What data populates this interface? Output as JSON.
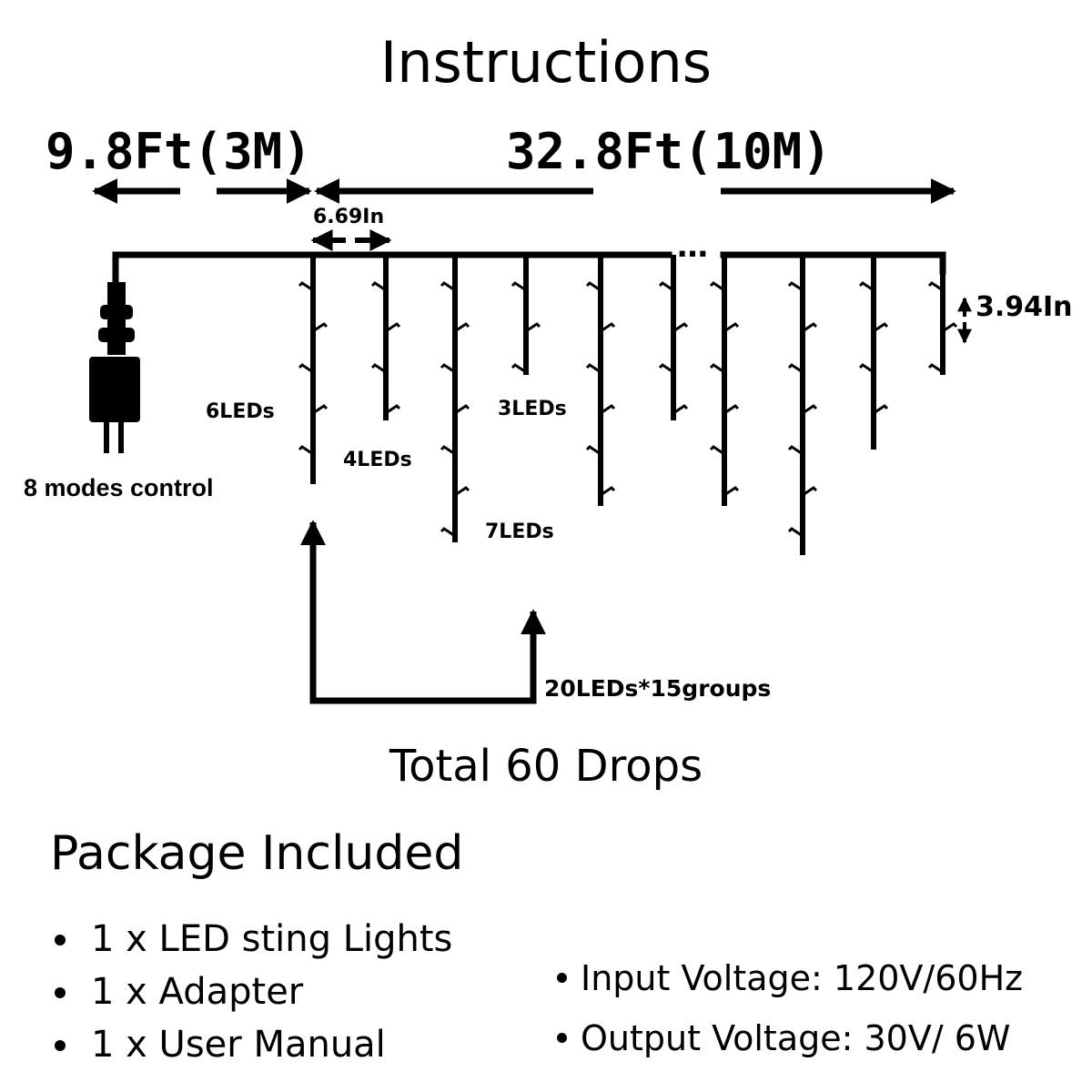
{
  "title": "Instructions",
  "dimensions": {
    "lead_length": "9.8Ft(3M)",
    "total_length": "32.8Ft(10M)",
    "drop_spacing": "6.69In",
    "led_spacing": "3.94In"
  },
  "controller": {
    "label": "8 modes control"
  },
  "drop_labels": {
    "six": "6LEDs",
    "four": "4LEDs",
    "three": "3LEDs",
    "seven": "7LEDs"
  },
  "group_label": "20LEDs*15groups",
  "ellipsis": "…",
  "total": "Total 60 Drops",
  "package": {
    "heading": "Package Included",
    "items": [
      {
        "text": "1 x LED sting Lights"
      },
      {
        "text": "1 x Adapter"
      },
      {
        "text": "1 x User Manual"
      }
    ]
  },
  "specs": [
    {
      "text": "Input Voltage: 120V/60Hz"
    },
    {
      "text": "Output Voltage: 30V/ 6W"
    }
  ],
  "colors": {
    "ink": "#000000",
    "background": "#ffffff"
  }
}
